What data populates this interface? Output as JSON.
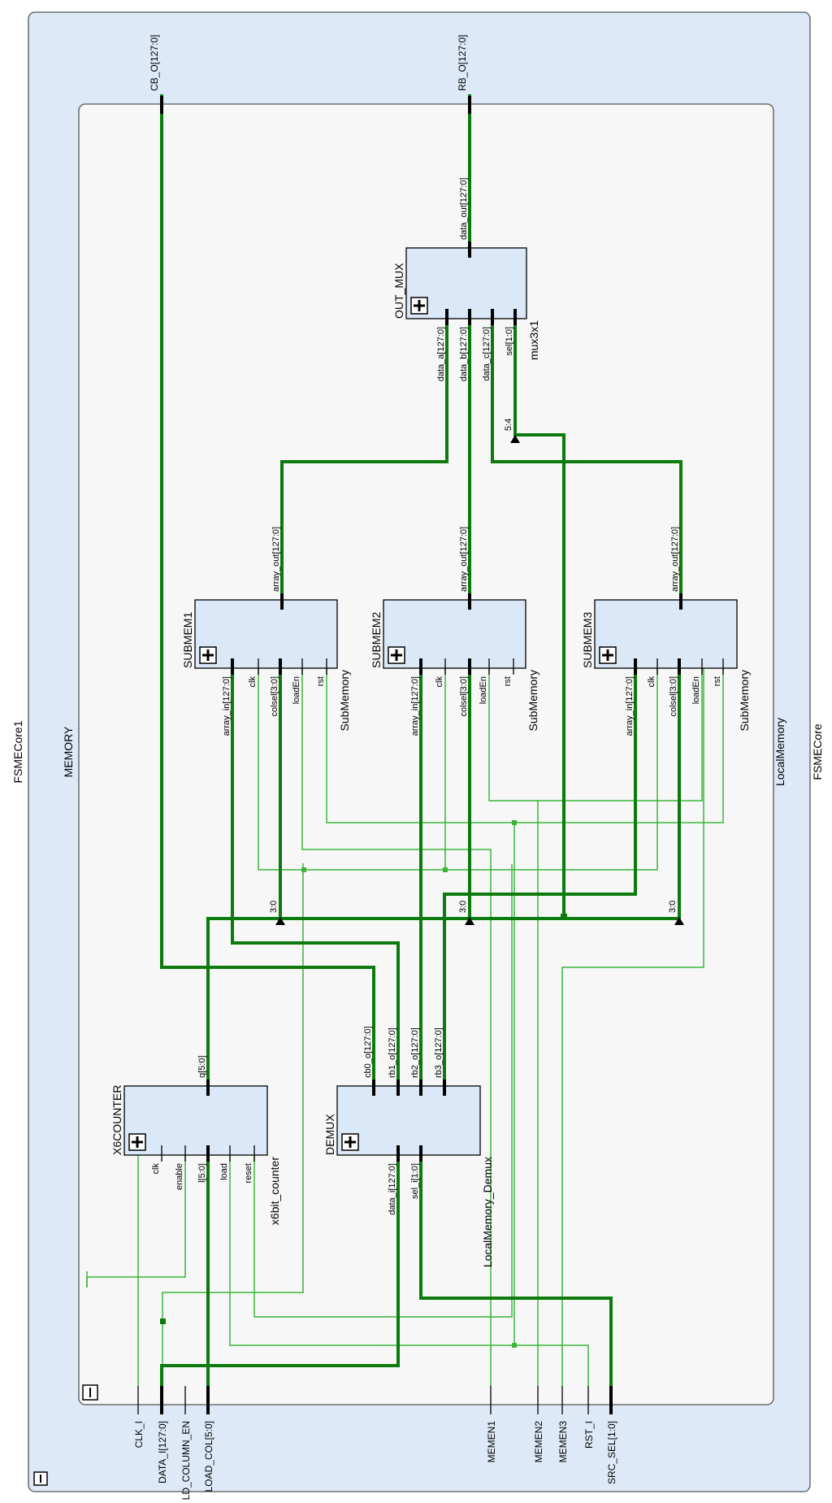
{
  "outer": {
    "name": "FSMECore1",
    "type": "FSMECore"
  },
  "inner": {
    "name": "MEMORY",
    "type": "LocalMemory"
  },
  "icons": {
    "expand": "plus-box-icon",
    "collapse": "minus-box-icon"
  },
  "colors": {
    "bus": "#0d7a0d",
    "signal": "#3ab53a",
    "outer_fill": "#dde9f7",
    "inner_fill": "#f7f7f7",
    "block_fill": "#dbe8f8"
  },
  "ports": {
    "top": [
      {
        "id": "cbo",
        "label": "CB_O[127:0]"
      },
      {
        "id": "rbo",
        "label": "RB_O[127:0]"
      }
    ],
    "bottom": [
      {
        "id": "clk",
        "label": "CLK_I"
      },
      {
        "id": "data",
        "label": "DATA_I[127:0]"
      },
      {
        "id": "ldcol",
        "label": "LD_COLUMN_EN"
      },
      {
        "id": "loadcol",
        "label": "LOAD_COL[5:0]"
      },
      {
        "id": "memen1",
        "label": "MEMEN1"
      },
      {
        "id": "memen2",
        "label": "MEMEN2"
      },
      {
        "id": "memen3",
        "label": "MEMEN3"
      },
      {
        "id": "rst",
        "label": "RST_I"
      },
      {
        "id": "srcsel",
        "label": "SRC_SEL[1:0]"
      }
    ]
  },
  "blocks": [
    {
      "id": "outmux",
      "name": "OUT_MUX",
      "type": "mux3x1",
      "top_pins": [
        "data_out[127:0]"
      ],
      "bottom_pins": [
        "data_a[127:0]",
        "data_b[127:0]",
        "data_c[127:0]",
        "sel[1:0]"
      ]
    },
    {
      "id": "sub1",
      "name": "SUBMEM1",
      "type": "SubMemory",
      "top_pins": [
        "array_out[127:0]"
      ],
      "bottom_pins": [
        "array_in[127:0]",
        "clk",
        "colsel[3:0]",
        "loadEn",
        "rst"
      ]
    },
    {
      "id": "sub2",
      "name": "SUBMEM2",
      "type": "SubMemory",
      "top_pins": [
        "array_out[127:0]"
      ],
      "bottom_pins": [
        "array_in[127:0]",
        "clk",
        "colsel[3:0]",
        "loadEn",
        "rst"
      ]
    },
    {
      "id": "sub3",
      "name": "SUBMEM3",
      "type": "SubMemory",
      "top_pins": [
        "array_out[127:0]"
      ],
      "bottom_pins": [
        "array_in[127:0]",
        "clk",
        "colsel[3:0]",
        "loadEn",
        "rst"
      ]
    },
    {
      "id": "ctr",
      "name": "X6COUNTER",
      "type": "x6bit_counter",
      "top_pins": [
        "q[5:0]"
      ],
      "bottom_pins": [
        "clk",
        "enable",
        "l[5:0]",
        "load",
        "reset"
      ]
    },
    {
      "id": "demux",
      "name": "DEMUX",
      "type": "LocalMemory_Demux",
      "top_pins": [
        "cb0_o[127:0]",
        "rb1_o[127:0]",
        "rb2_o[127:0]",
        "rb3_o[127:0]"
      ],
      "bottom_pins": [
        "data_i[127:0]",
        "sel_i[1:0]"
      ]
    }
  ],
  "bus_slices": [
    "5:4",
    "3:0",
    "3:0",
    "3:0"
  ]
}
